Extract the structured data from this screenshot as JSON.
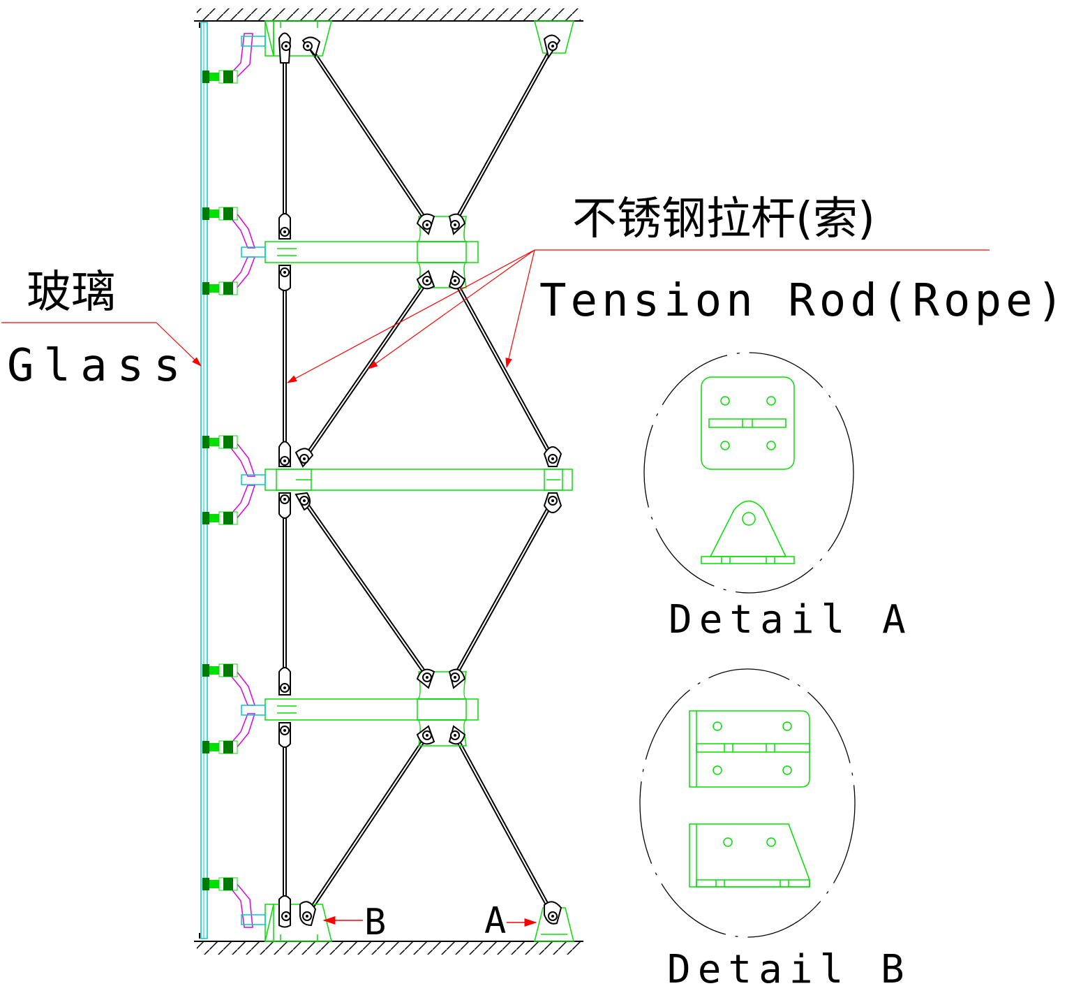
{
  "labels": {
    "glass_cn": "玻璃",
    "glass_en": "Glass",
    "rod_cn": "不锈钢拉杆(索)",
    "rod_en": "Tension Rod(Rope)",
    "marker_a": "A",
    "marker_b": "B",
    "detail_a": "Detail A",
    "detail_b": "Detail B"
  },
  "colors": {
    "structure": "#00e000",
    "glass": "#00c8d2",
    "arm": "#e000e0",
    "rod": "#000000",
    "leader": "#ff0000",
    "bolt_green": "#007a00"
  }
}
